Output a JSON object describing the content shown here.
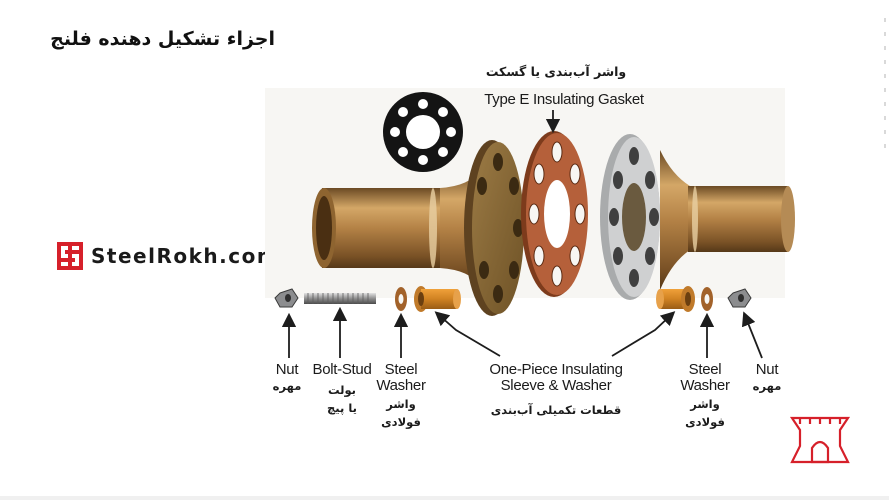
{
  "title": "اجزاء تشکیل دهنده فلنج",
  "brand": {
    "text": "SteelRokh.com",
    "accent_color": "#d6202a"
  },
  "colors": {
    "bronze": "#b07d43",
    "gasket": "#b5603a",
    "steel_gray": "#a9abac",
    "dark": "#1d1d1d"
  },
  "labels": {
    "gasket_fa": "واشر آب‌بندی یا گسکت",
    "gasket_en": "Type E Insulating Gasket",
    "nut_left_en": "Nut",
    "nut_left_fa": "مهره",
    "bolt_en": "Bolt-Stud",
    "bolt_fa_1": "بولت",
    "bolt_fa_2": "یا پیچ",
    "washer_left_en_1": "Steel",
    "washer_left_en_2": "Washer",
    "washer_left_fa_1": "واشر",
    "washer_left_fa_2": "فولادی",
    "sleeve_en_1": "One-Piece Insulating",
    "sleeve_en_2": "Sleeve & Washer",
    "sleeve_fa": "قطعات تکمیلی آب‌بندی",
    "washer_right_en_1": "Steel",
    "washer_right_en_2": "Washer",
    "washer_right_fa_1": "واشر",
    "washer_right_fa_2": "فولادی",
    "nut_right_en": "Nut",
    "nut_right_fa": "مهره"
  },
  "icons": [
    "steelrokh-logo-icon",
    "rook-logo-icon"
  ]
}
